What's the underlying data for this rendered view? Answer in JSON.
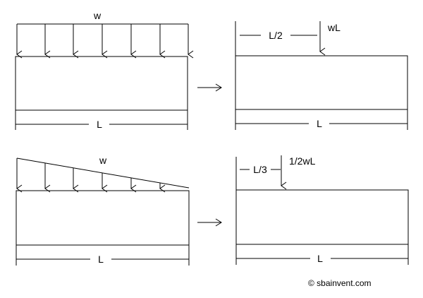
{
  "colors": {
    "stroke": "#000000",
    "background": "#ffffff"
  },
  "top_left": {
    "load_label": "w",
    "span_label": "L"
  },
  "top_right": {
    "distance_label": "L/2",
    "force_label": "wL",
    "span_label": "L"
  },
  "bottom_left": {
    "load_label": "w",
    "span_label": "L"
  },
  "bottom_right": {
    "distance_label": "L/3",
    "force_label": "1/2wL",
    "span_label": "L"
  },
  "copyright": "© sbainvent.com",
  "icons": {
    "transform_arrow": "right-arrow-icon"
  }
}
